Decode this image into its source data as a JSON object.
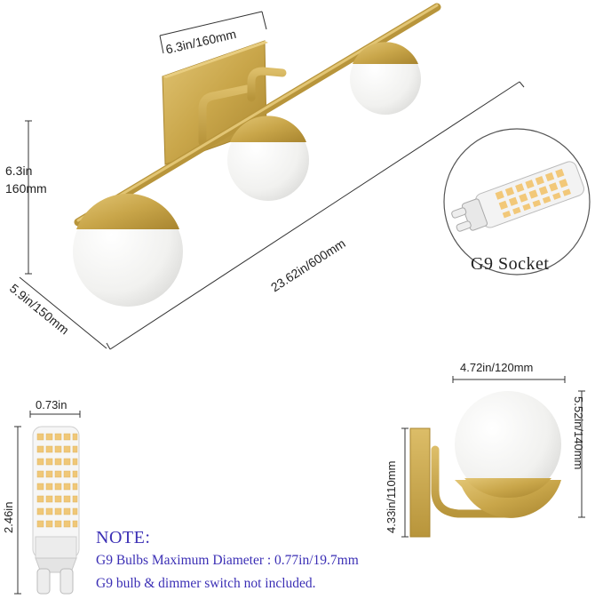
{
  "dimensions": {
    "backplate_width": "6.3in/160mm",
    "height_in": "6.3in",
    "height_mm": "160mm",
    "length": "23.62in/600mm",
    "depth": "5.9in/150mm",
    "bulb_width": "0.73in",
    "bulb_height": "2.46in",
    "side_width": "4.72in/120mm",
    "side_height_total": "5.52in/140mm",
    "side_height_plate": "4.33in/110mm"
  },
  "socket": {
    "label": "G9 Socket"
  },
  "note": {
    "title": "NOTE:",
    "line1": "G9 Bulbs Maximum Diameter : 0.77in/19.7mm",
    "line2": "G9 bulb & dimmer switch not included."
  },
  "colors": {
    "gold": "#c9a64a",
    "gold_dark": "#a8852f",
    "glass": "#f4f4f2",
    "note_text": "#3b2fb5"
  }
}
